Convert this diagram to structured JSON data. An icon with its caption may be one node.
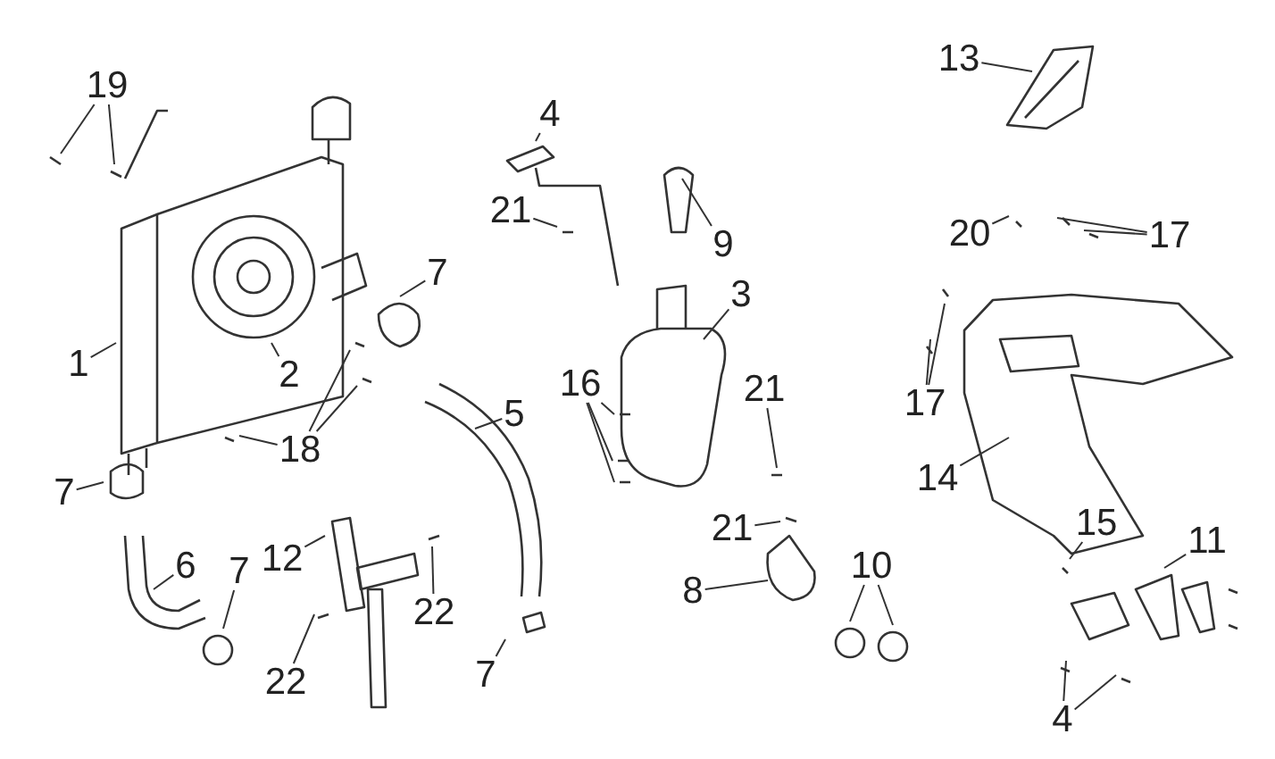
{
  "diagram": {
    "nodes": [
      {
        "text": [
          "13"
        ]
      },
      {
        "text": [
          "19"
        ]
      },
      {
        "text": [
          "4"
        ]
      },
      {
        "text": [
          "21"
        ]
      },
      {
        "text": [
          "9"
        ]
      },
      {
        "text": [
          "20"
        ]
      },
      {
        "text": [
          "17"
        ]
      },
      {
        "text": [
          "7"
        ]
      },
      {
        "text": [
          "3"
        ]
      },
      {
        "text": [
          "1"
        ]
      },
      {
        "text": [
          "2"
        ]
      },
      {
        "text": [
          "17"
        ]
      },
      {
        "text": [
          "21"
        ]
      },
      {
        "text": [
          "16"
        ]
      },
      {
        "text": [
          "5"
        ]
      },
      {
        "text": [
          "18"
        ]
      },
      {
        "text": [
          "14"
        ]
      },
      {
        "text": [
          "7"
        ]
      },
      {
        "text": [
          "10"
        ]
      },
      {
        "text": [
          "15"
        ]
      },
      {
        "text": [
          "21"
        ]
      },
      {
        "text": [
          "11"
        ]
      },
      {
        "text": [
          "6"
        ]
      },
      {
        "text": [
          "12"
        ]
      },
      {
        "text": [
          "7"
        ]
      },
      {
        "text": [
          "8"
        ]
      },
      {
        "text": [
          "22"
        ]
      },
      {
        "text": [
          "22"
        ]
      },
      {
        "text": [
          "7"
        ]
      },
      {
        "text": [
          "4"
        ]
      }
    ],
    "edges": [
      {
        "from": 0,
        "to": null,
        "arrow": "none"
      },
      {
        "from": 1,
        "to": null,
        "arrow": "none"
      },
      {
        "from": 1,
        "to": null,
        "arrow": "none"
      },
      {
        "from": 2,
        "to": null,
        "arrow": "none"
      },
      {
        "from": 3,
        "to": null,
        "arrow": "none"
      },
      {
        "from": 4,
        "to": null,
        "arrow": "none"
      },
      {
        "from": 5,
        "to": null,
        "arrow": "none"
      },
      {
        "from": 6,
        "to": null,
        "arrow": "none"
      },
      {
        "from": 6,
        "to": null,
        "arrow": "none"
      },
      {
        "from": 7,
        "to": null,
        "arrow": "none"
      },
      {
        "from": 8,
        "to": null,
        "arrow": "none"
      },
      {
        "from": 9,
        "to": null,
        "arrow": "none"
      },
      {
        "from": 10,
        "to": null,
        "arrow": "none"
      },
      {
        "from": 11,
        "to": null,
        "arrow": "none"
      },
      {
        "from": 11,
        "to": null,
        "arrow": "none"
      },
      {
        "from": 12,
        "to": null,
        "arrow": "none"
      },
      {
        "from": 13,
        "to": null,
        "arrow": "none"
      },
      {
        "from": 13,
        "to": null,
        "arrow": "none"
      },
      {
        "from": 13,
        "to": null,
        "arrow": "none"
      },
      {
        "from": 14,
        "to": null,
        "arrow": "none"
      },
      {
        "from": 15,
        "to": null,
        "arrow": "none"
      },
      {
        "from": 15,
        "to": null,
        "arrow": "none"
      },
      {
        "from": 15,
        "to": null,
        "arrow": "none"
      },
      {
        "from": 16,
        "to": null,
        "arrow": "none"
      },
      {
        "from": 17,
        "to": null,
        "arrow": "none"
      },
      {
        "from": 18,
        "to": null,
        "arrow": "none"
      },
      {
        "from": 18,
        "to": null,
        "arrow": "none"
      },
      {
        "from": 19,
        "to": null,
        "arrow": "none"
      },
      {
        "from": 20,
        "to": null,
        "arrow": "none"
      },
      {
        "from": 21,
        "to": null,
        "arrow": "none"
      },
      {
        "from": 22,
        "to": null,
        "arrow": "none"
      },
      {
        "from": 23,
        "to": null,
        "arrow": "none"
      },
      {
        "from": 24,
        "to": null,
        "arrow": "none"
      },
      {
        "from": 25,
        "to": null,
        "arrow": "none"
      },
      {
        "from": 26,
        "to": null,
        "arrow": "none"
      },
      {
        "from": 27,
        "to": null,
        "arrow": "none"
      },
      {
        "from": 28,
        "to": null,
        "arrow": "none"
      },
      {
        "from": 29,
        "to": null,
        "arrow": "none"
      },
      {
        "from": 29,
        "to": null,
        "arrow": "none"
      }
    ]
  }
}
